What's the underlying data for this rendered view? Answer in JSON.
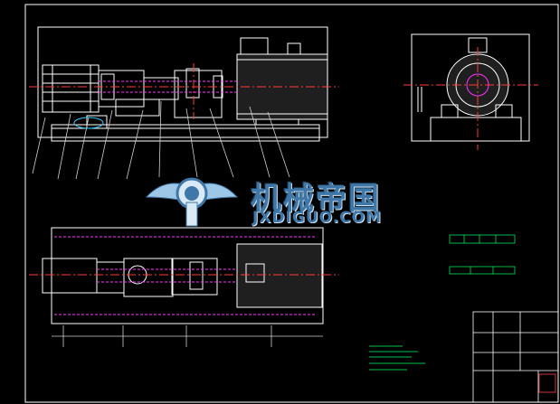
{
  "watermark": {
    "name_cn": "机械帝国",
    "name_en": "JXDIGUO.COM"
  },
  "colors": {
    "background": "#000000",
    "frame": "#ffffff",
    "outline": "#ffffff",
    "centerline": "#ff3b3b",
    "hidden": "#ff33ff",
    "motor_fill": "#1f1f1f",
    "leader": "#cfcfcf",
    "text": "#ffffff",
    "table_text": "#00ff66",
    "stamp": "#ff4040",
    "watermark": "#3f78a8"
  },
  "icons": [
    "gear-wing-emblem"
  ]
}
